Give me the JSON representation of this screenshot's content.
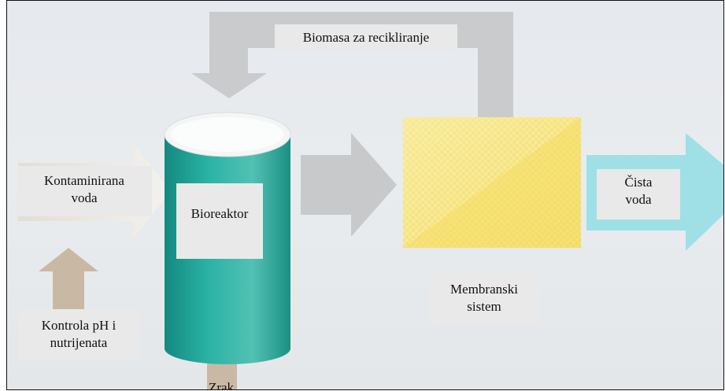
{
  "diagram": {
    "labels": {
      "recycle": "Biomasa za recikliranje",
      "input_line1": "Kontaminirana",
      "input_line2": "voda",
      "reactor": "Bioreaktor",
      "output_line1": "Čista",
      "output_line2": "voda",
      "membrane_line1": "Membranski",
      "membrane_line2": "sistem",
      "control_line1": "Kontrola pH i",
      "control_line2": "nutrijenata",
      "air": "Zrak"
    },
    "colors": {
      "background": "#e6e9ed",
      "recycle_arrow": "#c9cbcd",
      "flow_arrow": "#c7c9cb",
      "input_arrow": "#ece8e2",
      "supply_arrows": "#c9b9a4",
      "reactor_body": "#1f9e92",
      "reactor_top": "#f4f6f6",
      "membrane": "#f6e27a",
      "output_arrow": "#9fe0e6",
      "label_box": "#e9e9e9"
    }
  }
}
